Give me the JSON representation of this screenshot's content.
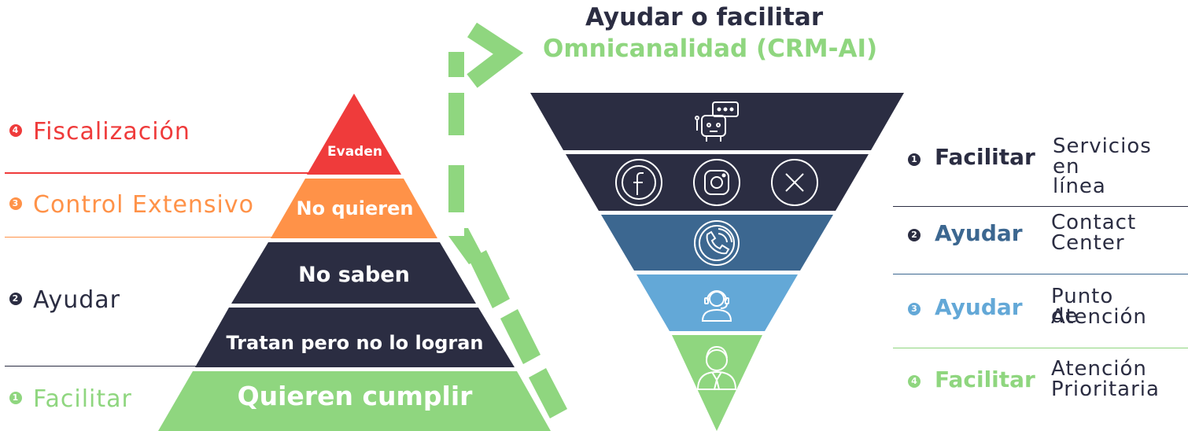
{
  "colors": {
    "navy": "#2b2d42",
    "red": "#ef3b3b",
    "orange": "#ff9248",
    "green": "#8fd67f",
    "blue_dark": "#3c6790",
    "blue_light": "#63a8d7"
  },
  "title": {
    "line1": "Ayudar o facilitar",
    "line2": "Omnicanalidad (CRM-AI)"
  },
  "left_labels": [
    {
      "num": "4",
      "text": "Fiscalización",
      "color": "#ef3b3b"
    },
    {
      "num": "3",
      "text": "Control Extensivo",
      "color": "#ff9248"
    },
    {
      "num": "2",
      "text": "Ayudar",
      "color": "#2b2d42"
    },
    {
      "num": "1",
      "text": "Facilitar",
      "color": "#8fd67f"
    }
  ],
  "pyramid": [
    {
      "label": "Evaden",
      "color": "#ef3b3b"
    },
    {
      "label": "No quieren",
      "color": "#ff9248"
    },
    {
      "label": "No saben",
      "color": "#2b2d42"
    },
    {
      "label": "Tratan pero no lo logran",
      "color": "#2b2d42"
    },
    {
      "label": "Quieren cumplir",
      "color": "#8fd67f"
    }
  ],
  "funnel_icons": [
    [
      "robot-icon"
    ],
    [
      "facebook-icon",
      "instagram-icon",
      "x-icon"
    ],
    [
      "phone-icon"
    ],
    [
      "agent-headset-icon"
    ],
    [
      "agent-icon"
    ]
  ],
  "right_items": [
    {
      "num": "1",
      "action": "Facilitar",
      "color": "#2b2d42",
      "line1": "Servicios",
      "line2": "en línea"
    },
    {
      "num": "2",
      "action": "Ayudar",
      "color": "#3c6790",
      "line1": "Contact",
      "line2": "Center"
    },
    {
      "num": "3",
      "action": "Ayudar",
      "color": "#63a8d7",
      "line1": "Punto de",
      "line2": "Atención"
    },
    {
      "num": "4",
      "action": "Facilitar",
      "color": "#8fd67f",
      "line1": "Atención",
      "line2": "Prioritaria"
    }
  ]
}
